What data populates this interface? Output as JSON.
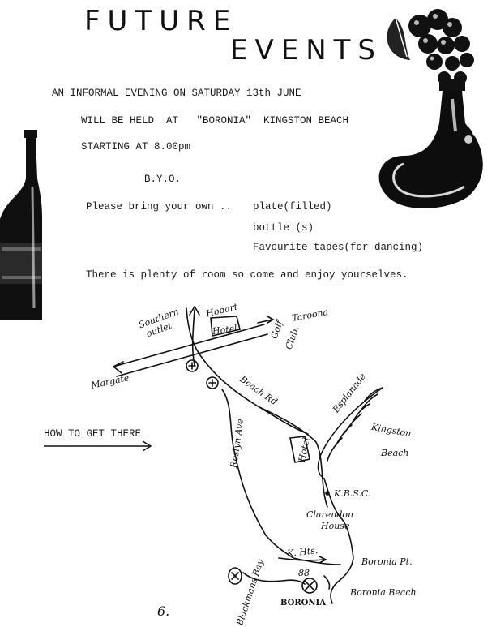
{
  "title": {
    "line1": "FUTURE",
    "line2": "EVENTS"
  },
  "invitation": {
    "headline": "AN INFORMAL EVENING ON SATURDAY 13th JUNE",
    "venue_line": "WILL BE HELD  AT   \"BORONIA\"  KINGSTON BEACH",
    "start_line": "STARTING AT 8.00pm",
    "byo": "B.Y.O.",
    "bring_intro": "Please bring your own ..",
    "bring_items": [
      "plate(filled)",
      "bottle (s)",
      "Favourite tapes(for dancing)"
    ],
    "closing": "There is plenty of room so come and enjoy yourselves."
  },
  "directions_label": "HOW TO GET THERE",
  "map_labels": {
    "hobart": "Hobart",
    "southern_outlet": "Southern",
    "southern_outlet2": "outlet",
    "hotel_top": "Hotel",
    "taroona": "Taroona",
    "golf_club": "Golf",
    "golf_club2": "Club.",
    "margate": "Margate",
    "beach_rd": "Beach Rd.",
    "esplanade": "Esplanade",
    "roslyn_ave": "Roslyn Ave",
    "kingston_beach": "Kingston",
    "kingston_beach2": "Beach",
    "hotel_mid": "Hotel",
    "kbsc": "K.B.S.C.",
    "clarendon_house": "Clarendon",
    "clarendon_house2": "House",
    "k_hts": "K. Hts.",
    "boronia_pt": "Boronia Pt.",
    "number_88": "88",
    "boronia_beach": "Boronia Beach",
    "boronia": "BORONIA",
    "blackmans_bay": "Blackmans Bay"
  },
  "page_number": "6."
}
